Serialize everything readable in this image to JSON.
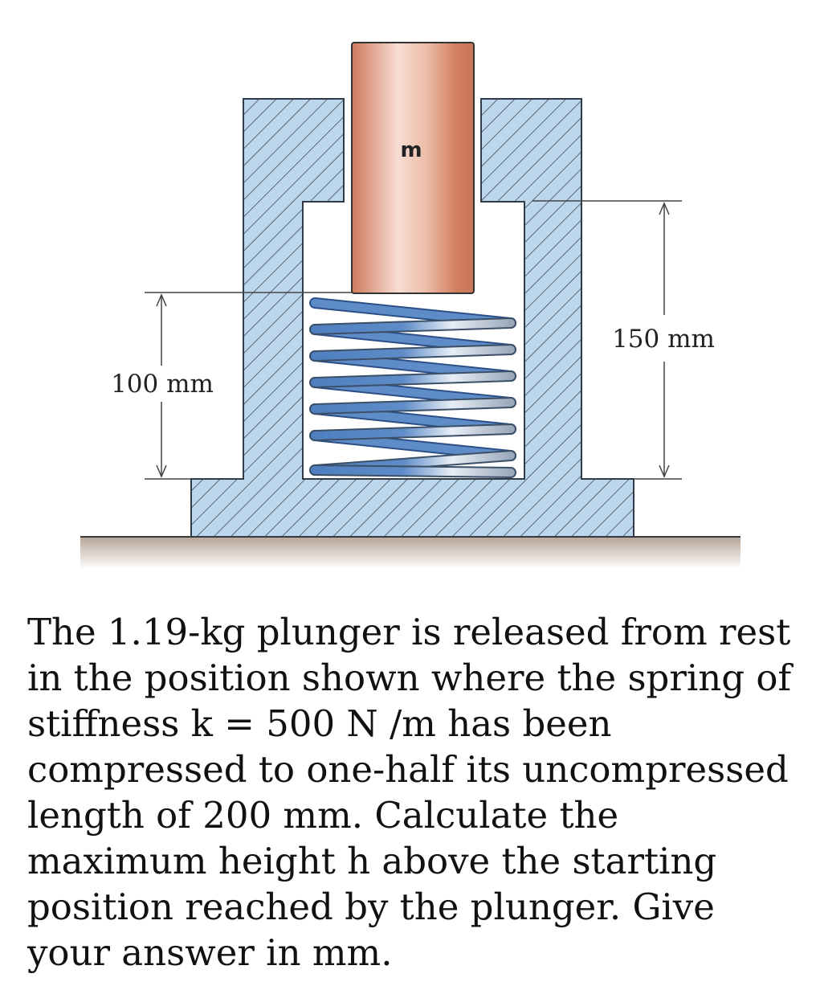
{
  "figure": {
    "mass_label": "m",
    "dim_left": "100 mm",
    "dim_right": "150 mm",
    "colors": {
      "housing": "#bcd6ec",
      "hatch": "#2f3b47",
      "plunger_dark": "#cf7a5c",
      "plunger_light": "#f6ddd2",
      "spring_blue": "#4f7fbf",
      "spring_light": "#e8eef6",
      "ground": "#c9b9ad"
    }
  },
  "problem": {
    "text": "The 1.19-kg plunger is released from rest in the position shown where the spring of stiffness k = 500 N /m has been compressed to one-half its uncompressed length of 200 mm. Calculate the maximum height h above the starting position reached by the plunger. Give your answer in mm."
  }
}
